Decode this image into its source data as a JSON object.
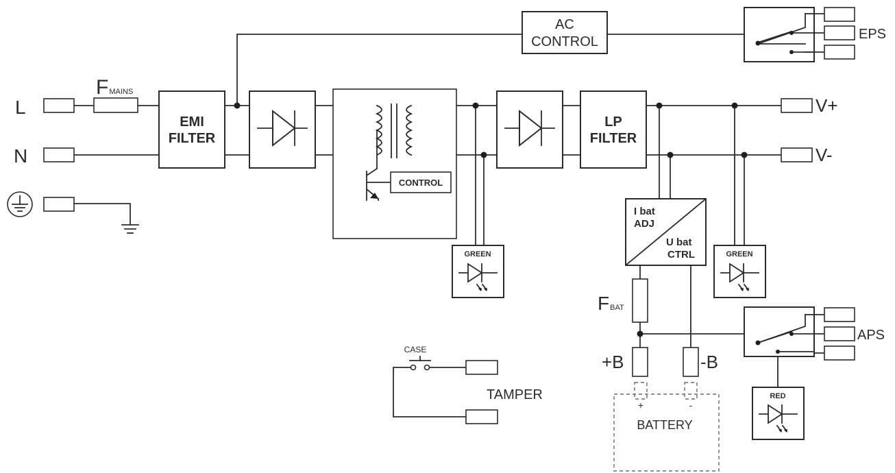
{
  "labels": {
    "line": "L",
    "neutral": "N",
    "fuse_mains_prefix": "F",
    "fuse_mains_sub": "MAINS",
    "emi_filter_l1": "EMI",
    "emi_filter_l2": "FILTER",
    "ac_control_l1": "AC",
    "ac_control_l2": "CONTROL",
    "control": "CONTROL",
    "lp_filter_l1": "LP",
    "lp_filter_l2": "FILTER",
    "v_plus": "V+",
    "v_minus": "V-",
    "eps": "EPS",
    "aps": "APS",
    "green_led_1": "GREEN",
    "green_led_2": "GREEN",
    "red_led": "RED",
    "ibat_l1": "I bat",
    "ibat_l2": "ADJ",
    "ubat_l1": "U bat",
    "ubat_l2": "CTRL",
    "fuse_bat_prefix": "F",
    "fuse_bat_sub": "BAT",
    "plus_b": "+B",
    "minus_b": "-B",
    "batt_plus": "+",
    "batt_minus": "-",
    "battery": "BATTERY",
    "case": "CASE",
    "tamper": "TAMPER"
  }
}
